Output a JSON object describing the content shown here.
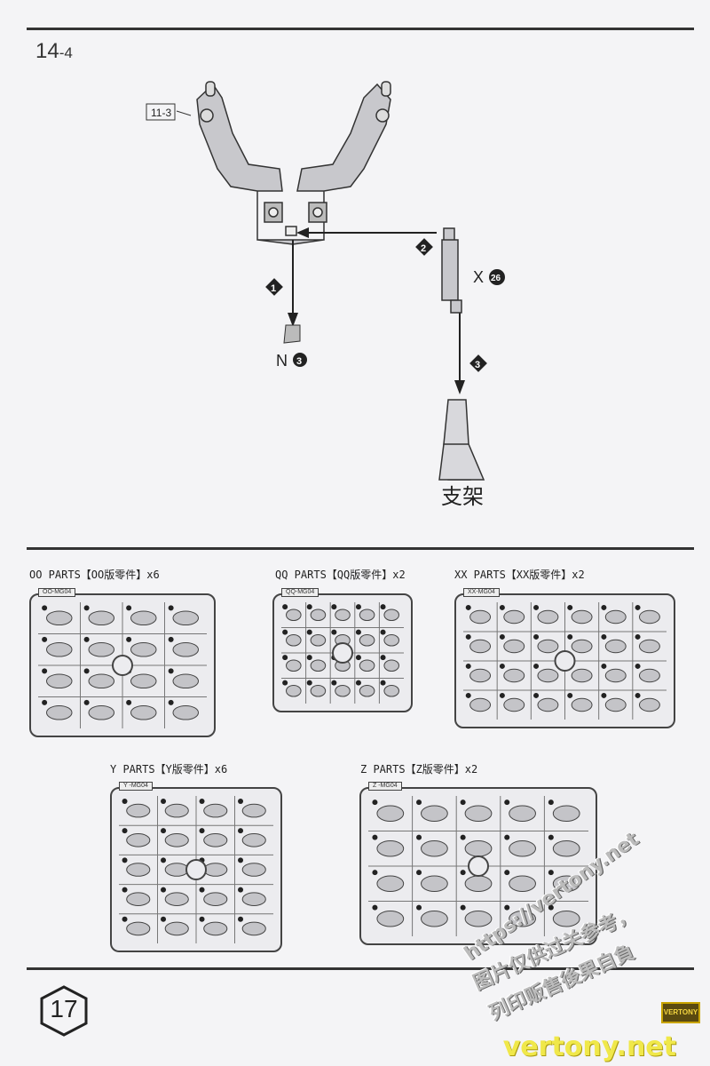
{
  "step": {
    "number": "14",
    "sub": "-4"
  },
  "diagram": {
    "ref_label": "11-3",
    "steps": [
      "1",
      "2",
      "3"
    ],
    "part_n": {
      "letter": "N",
      "num": "3"
    },
    "part_x": {
      "letter": "X",
      "num": "26"
    },
    "stand_label": "支架"
  },
  "runners": [
    {
      "id": "oo",
      "label": "OO PARTS【OO版零件】x6",
      "tag": "OO-MG04"
    },
    {
      "id": "qq",
      "label": "QQ PARTS【QQ版零件】x2",
      "tag": "QQ-MG04"
    },
    {
      "id": "xx",
      "label": "XX PARTS【XX版零件】x2",
      "tag": "XX-MG04"
    },
    {
      "id": "y",
      "label": "Y PARTS【Y版零件】x6",
      "tag": "Y -MG04"
    },
    {
      "id": "z",
      "label": "Z PARTS【Z版零件】x2",
      "tag": "Z -MG04"
    }
  ],
  "page_number": "17",
  "watermark": {
    "url": "https://vertony.net",
    "line1": "图片仅供过关参考，",
    "line2": "列印贩售後果自負",
    "site": "vertony.net",
    "logo": "VERTONY"
  }
}
